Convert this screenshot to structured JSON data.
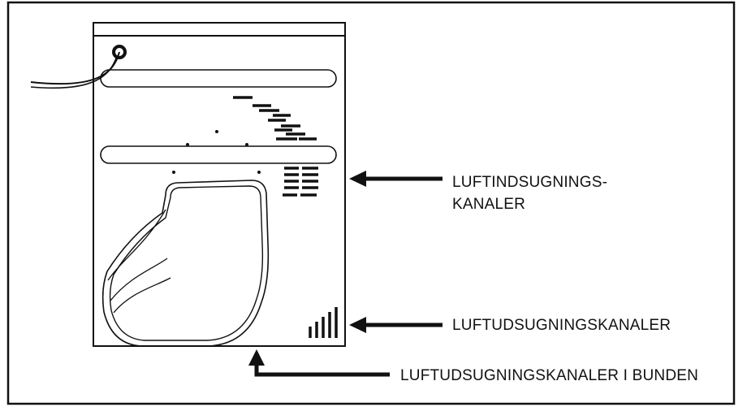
{
  "labels": {
    "air_intake_line1": "LUFTINDSUGNINGS-",
    "air_intake_line2": "KANALER",
    "air_exhaust": "LUFTUDSUGNINGSKANALER",
    "air_exhaust_bottom": "LUFTUDSUGNINGSKANALER I BUNDEN"
  },
  "colors": {
    "line": "#111111",
    "background": "#ffffff"
  }
}
